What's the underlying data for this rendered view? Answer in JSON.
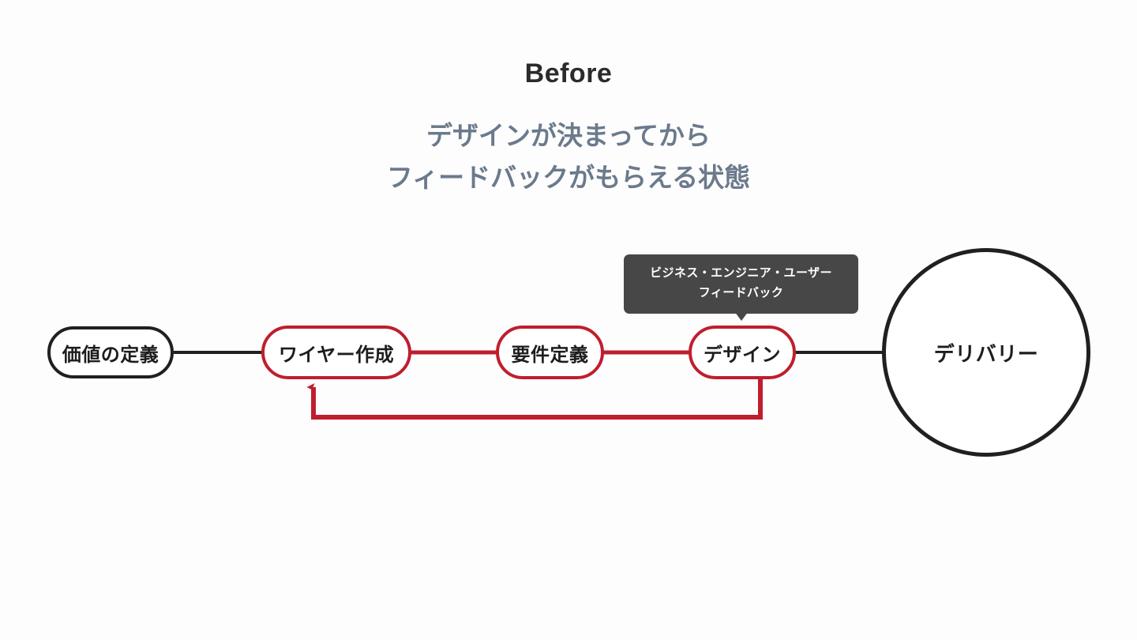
{
  "slide": {
    "title": "Before",
    "subtitle_lines": [
      "デザインが決まってから",
      "フィードバックがもらえる状態"
    ]
  },
  "colors": {
    "accent_red": "#BF1E2E",
    "dark": "#231F20",
    "subtitle_gray_blue": "#6B7A8C",
    "tooltip_bg": "#474747",
    "background": "#FDFDFD"
  },
  "flow": {
    "nodes": [
      {
        "id": "value",
        "label": "価値の定義",
        "shape": "pill",
        "outline": "dark"
      },
      {
        "id": "wireframe",
        "label": "ワイヤー作成",
        "shape": "pill",
        "outline": "red"
      },
      {
        "id": "requirement",
        "label": "要件定義",
        "shape": "pill",
        "outline": "red"
      },
      {
        "id": "design",
        "label": "デザイン",
        "shape": "pill",
        "outline": "red"
      },
      {
        "id": "delivery",
        "label": "デリバリー",
        "shape": "circle",
        "outline": "dark"
      }
    ],
    "connectors": [
      {
        "from": "value",
        "to": "wireframe",
        "color": "dark"
      },
      {
        "from": "wireframe",
        "to": "requirement",
        "color": "red"
      },
      {
        "from": "requirement",
        "to": "design",
        "color": "red"
      },
      {
        "from": "design",
        "to": "delivery",
        "color": "dark"
      }
    ],
    "feedback_loop": {
      "from": "design",
      "to": "wireframe",
      "color": "red",
      "direction": "backward",
      "arrowhead": "up"
    }
  },
  "tooltip": {
    "target_node": "design",
    "lines": [
      "ビジネス・エンジニア・ユーザー",
      "フィードバック"
    ]
  }
}
